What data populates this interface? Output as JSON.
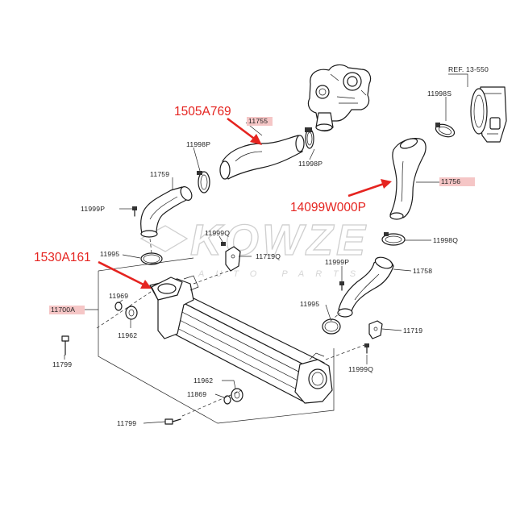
{
  "callouts": {
    "p1505A769": "1505A769",
    "p14099W000P": "14099W000P",
    "p1530A161": "1530A161"
  },
  "labels": {
    "ref": "REF. 13-550",
    "l11755": "11755",
    "l11756": "11756",
    "l11998S": "11998S",
    "l11998P_a": "11998P",
    "l11998P_b": "11998P",
    "l11759": "11759",
    "l11999P_a": "11999P",
    "l11999Q_a": "11999Q",
    "l11995_a": "11995",
    "l11719Q": "11719Q",
    "l11998Q": "11998Q",
    "l11999P_b": "11999P",
    "l11758": "11758",
    "l11700A": "11700A",
    "l11969_a": "11969",
    "l11962_a": "11962",
    "l11995_b": "11995",
    "l11719": "11719",
    "l11799_a": "11799",
    "l11999Q_b": "11999Q",
    "l11962_b": "11962",
    "l11869": "11869",
    "l11799_b": "11799"
  },
  "watermark": {
    "brand": "KOWZE",
    "sub": "AUTO PARTS"
  },
  "colors": {
    "callout": "#e52420",
    "highlight": "#f5c6c6",
    "line": "#1a1a1a"
  }
}
